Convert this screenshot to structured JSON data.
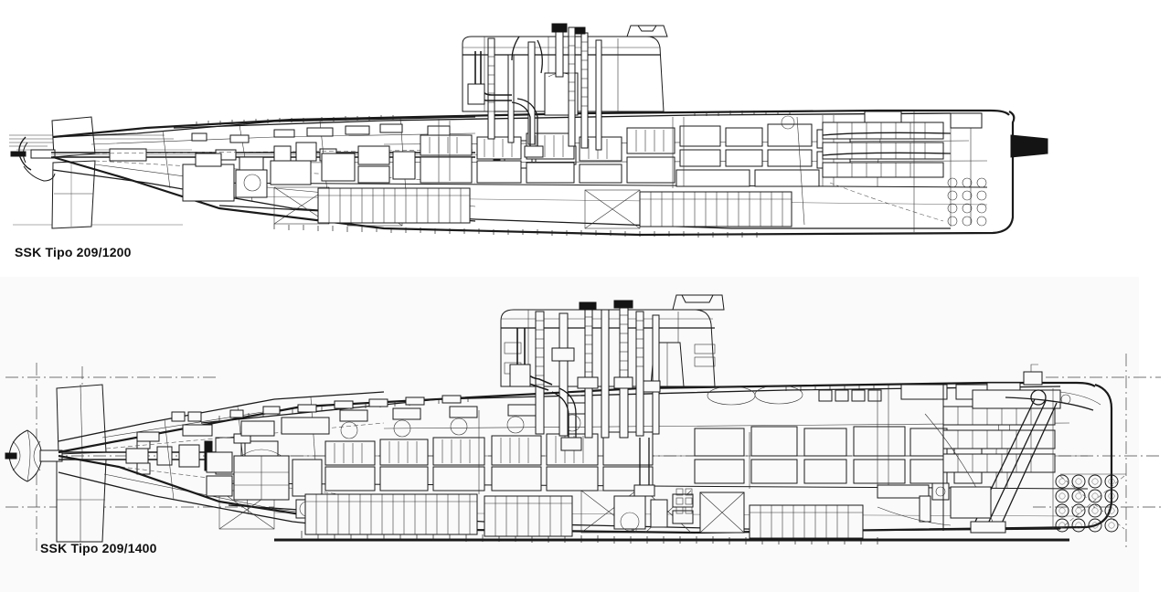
{
  "document": {
    "title": "SSK Tipo 209 comparative inboard profile drawings",
    "background_color": "#ffffff",
    "line_color": "#1a1a1a",
    "panel_tint": "#fafafa"
  },
  "panels": [
    {
      "id": "upper",
      "caption": "SSK Tipo 209/1200",
      "variant": "209/1200",
      "orientation": "bow-right, stern-left",
      "view": "inboard profile cutaway",
      "features": [
        "propeller shaft",
        "cruciform stern planes and rudder",
        "stern free-flood casing",
        "electric main motor",
        "diesel generator set",
        "battery compartment",
        "control room",
        "sail with periscopes and masts",
        "snorkel induction mast",
        "torpedo stowage racks",
        "torpedo tubes",
        "bow sonar array"
      ]
    },
    {
      "id": "lower",
      "caption": "SSK Tipo 209/1400",
      "variant": "209/1400",
      "orientation": "bow-right, stern-left",
      "view": "inboard profile cutaway",
      "features": [
        "seven-blade propeller",
        "cruciform stern planes and rudder",
        "centreline datum axis",
        "propeller shaft and thrust bearing",
        "electric main motor",
        "two diesel generator sets",
        "battery cells",
        "auxiliary machinery",
        "control room",
        "sail with periscopes, radar, snorkel and communication masts",
        "torpedo stowage racks",
        "eight torpedo tubes",
        "bow sonar transducer array"
      ]
    }
  ],
  "annotations": {
    "sonar_array_rows": 4,
    "sonar_array_cols": 4,
    "torpedo_tubes": 8,
    "battery_groups": 2
  }
}
